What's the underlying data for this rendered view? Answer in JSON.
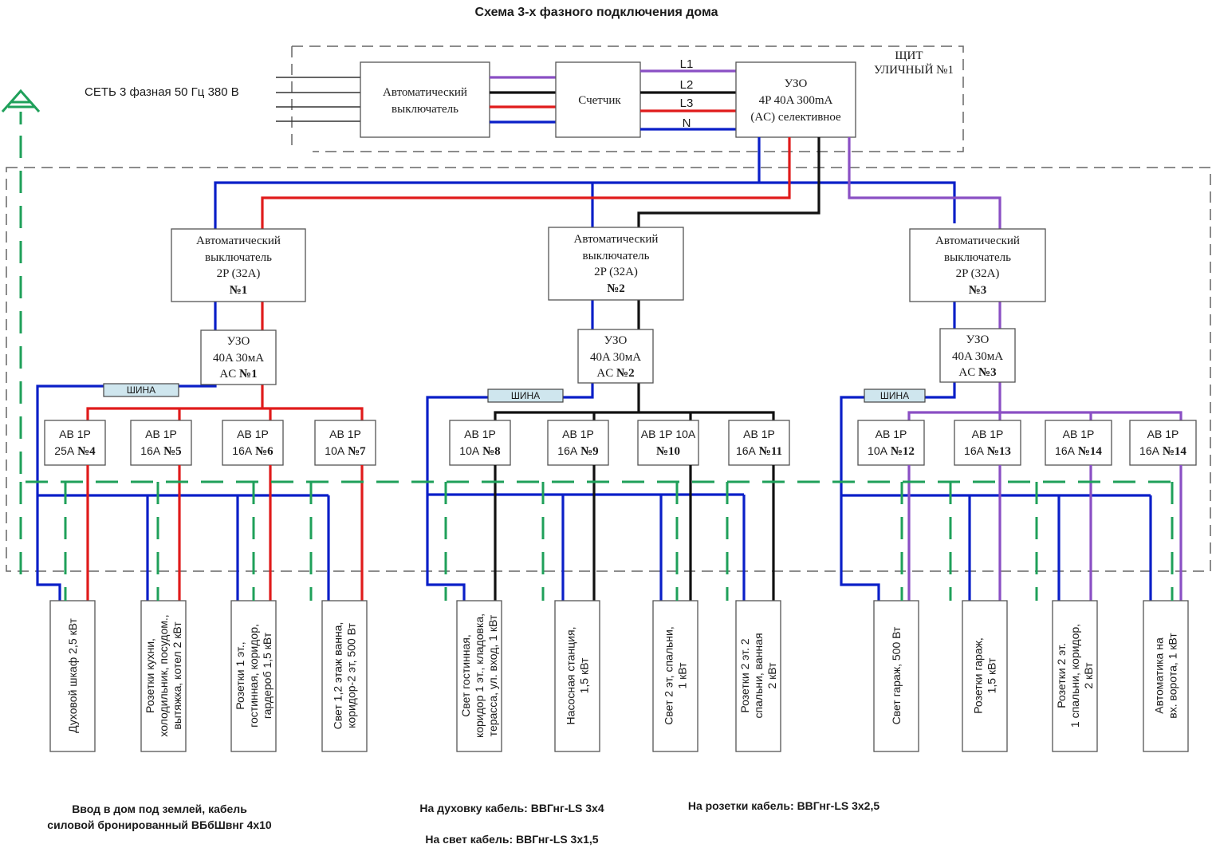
{
  "title": "Схема 3-х фазного подключения дома",
  "colors": {
    "L1": "#8a4fc4",
    "L2": "#111111",
    "L3": "#e01b1b",
    "N": "#0a1fc8",
    "PE": "#1fa05a",
    "shina_fill": "#cfe6ee"
  },
  "supply": {
    "label": "СЕТЬ 3 фазная 50 Гц 380 В",
    "ground_icon": "ground-tree-icon"
  },
  "street_panel": {
    "label_line1": "ЩИТ",
    "label_line2": "УЛИЧНЫЙ №1",
    "main_breaker": {
      "line1": "Автоматический",
      "line2": "выключатель"
    },
    "meter": {
      "label": "Счетчик"
    },
    "rcd": {
      "line1": "УЗО",
      "line2": "4P 40A 300mA",
      "line3": "(AC) селективное"
    },
    "wire_labels": [
      "L1",
      "L2",
      "L3",
      "N"
    ]
  },
  "groups": [
    {
      "phase": "L3",
      "breaker": {
        "line1": "Автоматический",
        "line2": "выключатель",
        "line3": "2P (32A)",
        "num": "№1"
      },
      "rcd": {
        "line1": "УЗО",
        "line2": "40A 30мА",
        "line3_prefix": "AC ",
        "num": "№1"
      },
      "shina": "ШИНА",
      "circuits": [
        {
          "line1": "АВ 1Р",
          "rating": "25А ",
          "num": "№4",
          "load": [
            "Духовой шкаф 2,5 кВт"
          ]
        },
        {
          "line1": "АВ 1Р",
          "rating": "16А ",
          "num": "№5",
          "load": [
            "Розетки кухни,",
            "холодильник, посудом.,",
            "вытяжка, котел 2 кВт"
          ]
        },
        {
          "line1": "АВ 1Р",
          "rating": "16А ",
          "num": "№6",
          "load": [
            "Розетки 1 эт.,",
            "гостинная, коридор,",
            "гардероб 1,5 кВт"
          ]
        },
        {
          "line1": "АВ 1Р",
          "rating": "10А ",
          "num": "№7",
          "load": [
            "Свет 1,2 этаж ванна,",
            "коридор-2 эт, 500 Вт"
          ]
        }
      ]
    },
    {
      "phase": "L2",
      "breaker": {
        "line1": "Автоматический",
        "line2": "выключатель",
        "line3": "2P  (32A)",
        "num": "№2"
      },
      "rcd": {
        "line1": "УЗО",
        "line2": "40A 30мА",
        "line3_prefix": "AC ",
        "num": "№2"
      },
      "shina": "ШИНА",
      "circuits": [
        {
          "line1": "АВ 1Р",
          "rating": "10А ",
          "num": "№8",
          "load": [
            "Свет гостинная,",
            "коридор 1 эт., кладовка,",
            "терасса, ул. вход, 1 кВт"
          ]
        },
        {
          "line1": "АВ 1Р",
          "rating": "16А ",
          "num": "№9",
          "load": [
            "Насосная станция,",
            "1,5 кВт"
          ]
        },
        {
          "line1": "АВ 1Р 10А",
          "rating": "",
          "num": "№10",
          "load": [
            "Свет 2 эт, спальни,",
            "1 кВт"
          ]
        },
        {
          "line1": "АВ 1Р",
          "rating": "16А ",
          "num": "№11",
          "load": [
            "Розетки 2 эт. 2",
            "спальни, ванная",
            "2 кВт"
          ]
        }
      ]
    },
    {
      "phase": "L1",
      "breaker": {
        "line1": "Автоматический",
        "line2": "выключатель",
        "line3": "2P  (32A)",
        "num": "№3"
      },
      "rcd": {
        "line1": "УЗО",
        "line2": "40A 30мА",
        "line3_prefix": "AC ",
        "num": "№3"
      },
      "shina": "ШИНА",
      "circuits": [
        {
          "line1": "АВ 1Р",
          "rating": "10А ",
          "num": "№12",
          "load": [
            "Свет гараж, 500 Вт"
          ]
        },
        {
          "line1": "АВ 1Р",
          "rating": "16А ",
          "num": "№13",
          "load": [
            "Розетки гараж,",
            "1,5 кВт"
          ]
        },
        {
          "line1": "АВ 1Р",
          "rating": "16А ",
          "num": "№14",
          "load": [
            "Розетки 2 эт.",
            "1 спальни, коридор,",
            "2 кВт"
          ]
        },
        {
          "line1": "АВ 1Р",
          "rating": "16А ",
          "num": "№14",
          "load": [
            "Автоматика на",
            "вх. ворота, 1 кВт"
          ]
        }
      ]
    }
  ],
  "notes": {
    "entry": [
      "Ввод в дом под землей, кабель",
      "силовой бронированный ВБбШвнг 4х10"
    ],
    "oven_cable": "На духовку кабель: ВВГнг-LS 3x4",
    "light_cable": "На свет кабель: ВВГнг-LS 3x1,5",
    "socket_cable": "На розетки кабель: ВВГнг-LS 3x2,5"
  }
}
